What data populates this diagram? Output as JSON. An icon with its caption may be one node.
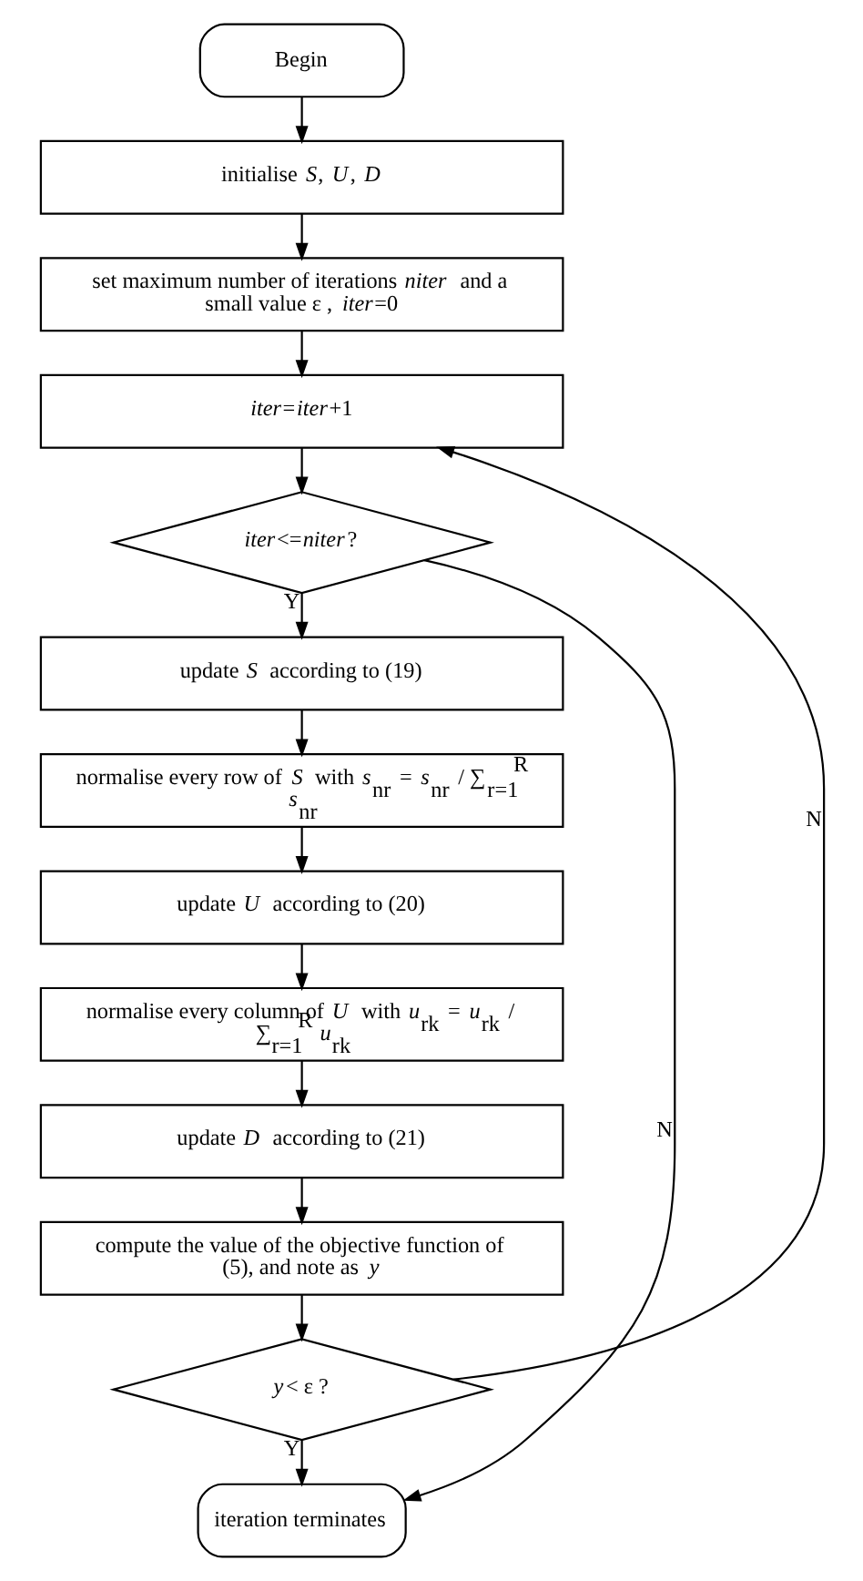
{
  "diagram": {
    "nodes": [
      {
        "text": [
          "Begin"
        ]
      },
      {
        "text": [
          "initialise *S*, *U*, *D*"
        ]
      },
      {
        "text": [
          "set maximum number of iterations *niter* and a small value ε , *iter*=0"
        ]
      },
      {
        "text": [
          "*iter*=*iter*+1"
        ]
      },
      {
        "text": [
          "*iter*<=*niter*?"
        ]
      },
      {
        "text": [
          "update *S* according to (19)"
        ]
      },
      {
        "text": [
          "normalise every row of *S* with *s*$_{nr}$ = *s*$_{nr}$ / ∑$_{r=1}$$^{R}$ *s*$_{nr}$"
        ]
      },
      {
        "text": [
          "update *U* according to (20)"
        ]
      },
      {
        "text": [
          "normalise every column of *U* with *u*$_{rk}$ = *u*$_{rk}$ / ∑$_{r=1}$$^{R}$ *u*$_{rk}$"
        ]
      },
      {
        "text": [
          "update *D* according to (21)"
        ]
      },
      {
        "text": [
          "compute the value of the objective function of (5), and note as *y*"
        ]
      },
      {
        "text": [
          "*y*< ε ?"
        ]
      },
      {
        "text": [
          "iteration terminates"
        ]
      }
    ],
    "edges": [
      {
        "from": 0,
        "to": 1,
        "arrow": "to"
      },
      {
        "from": 1,
        "to": 2,
        "arrow": "to"
      },
      {
        "from": 2,
        "to": 3,
        "arrow": "to"
      },
      {
        "from": 3,
        "to": 4,
        "arrow": "to"
      },
      {
        "from": 4,
        "to": 5,
        "arrow": "to",
        "label": "Y"
      },
      {
        "from": 4,
        "to": 12,
        "arrow": "to",
        "label": "N"
      },
      {
        "from": 5,
        "to": 6,
        "arrow": "to"
      },
      {
        "from": 6,
        "to": 7,
        "arrow": "to"
      },
      {
        "from": 7,
        "to": 8,
        "arrow": "to"
      },
      {
        "from": 8,
        "to": 9,
        "arrow": "to"
      },
      {
        "from": 9,
        "to": 10,
        "arrow": "to"
      },
      {
        "from": 10,
        "to": 11,
        "arrow": "to"
      },
      {
        "from": 11,
        "to": 12,
        "arrow": "to",
        "label": "Y"
      },
      {
        "from": 11,
        "to": 3,
        "arrow": "to",
        "label": "N"
      }
    ]
  }
}
